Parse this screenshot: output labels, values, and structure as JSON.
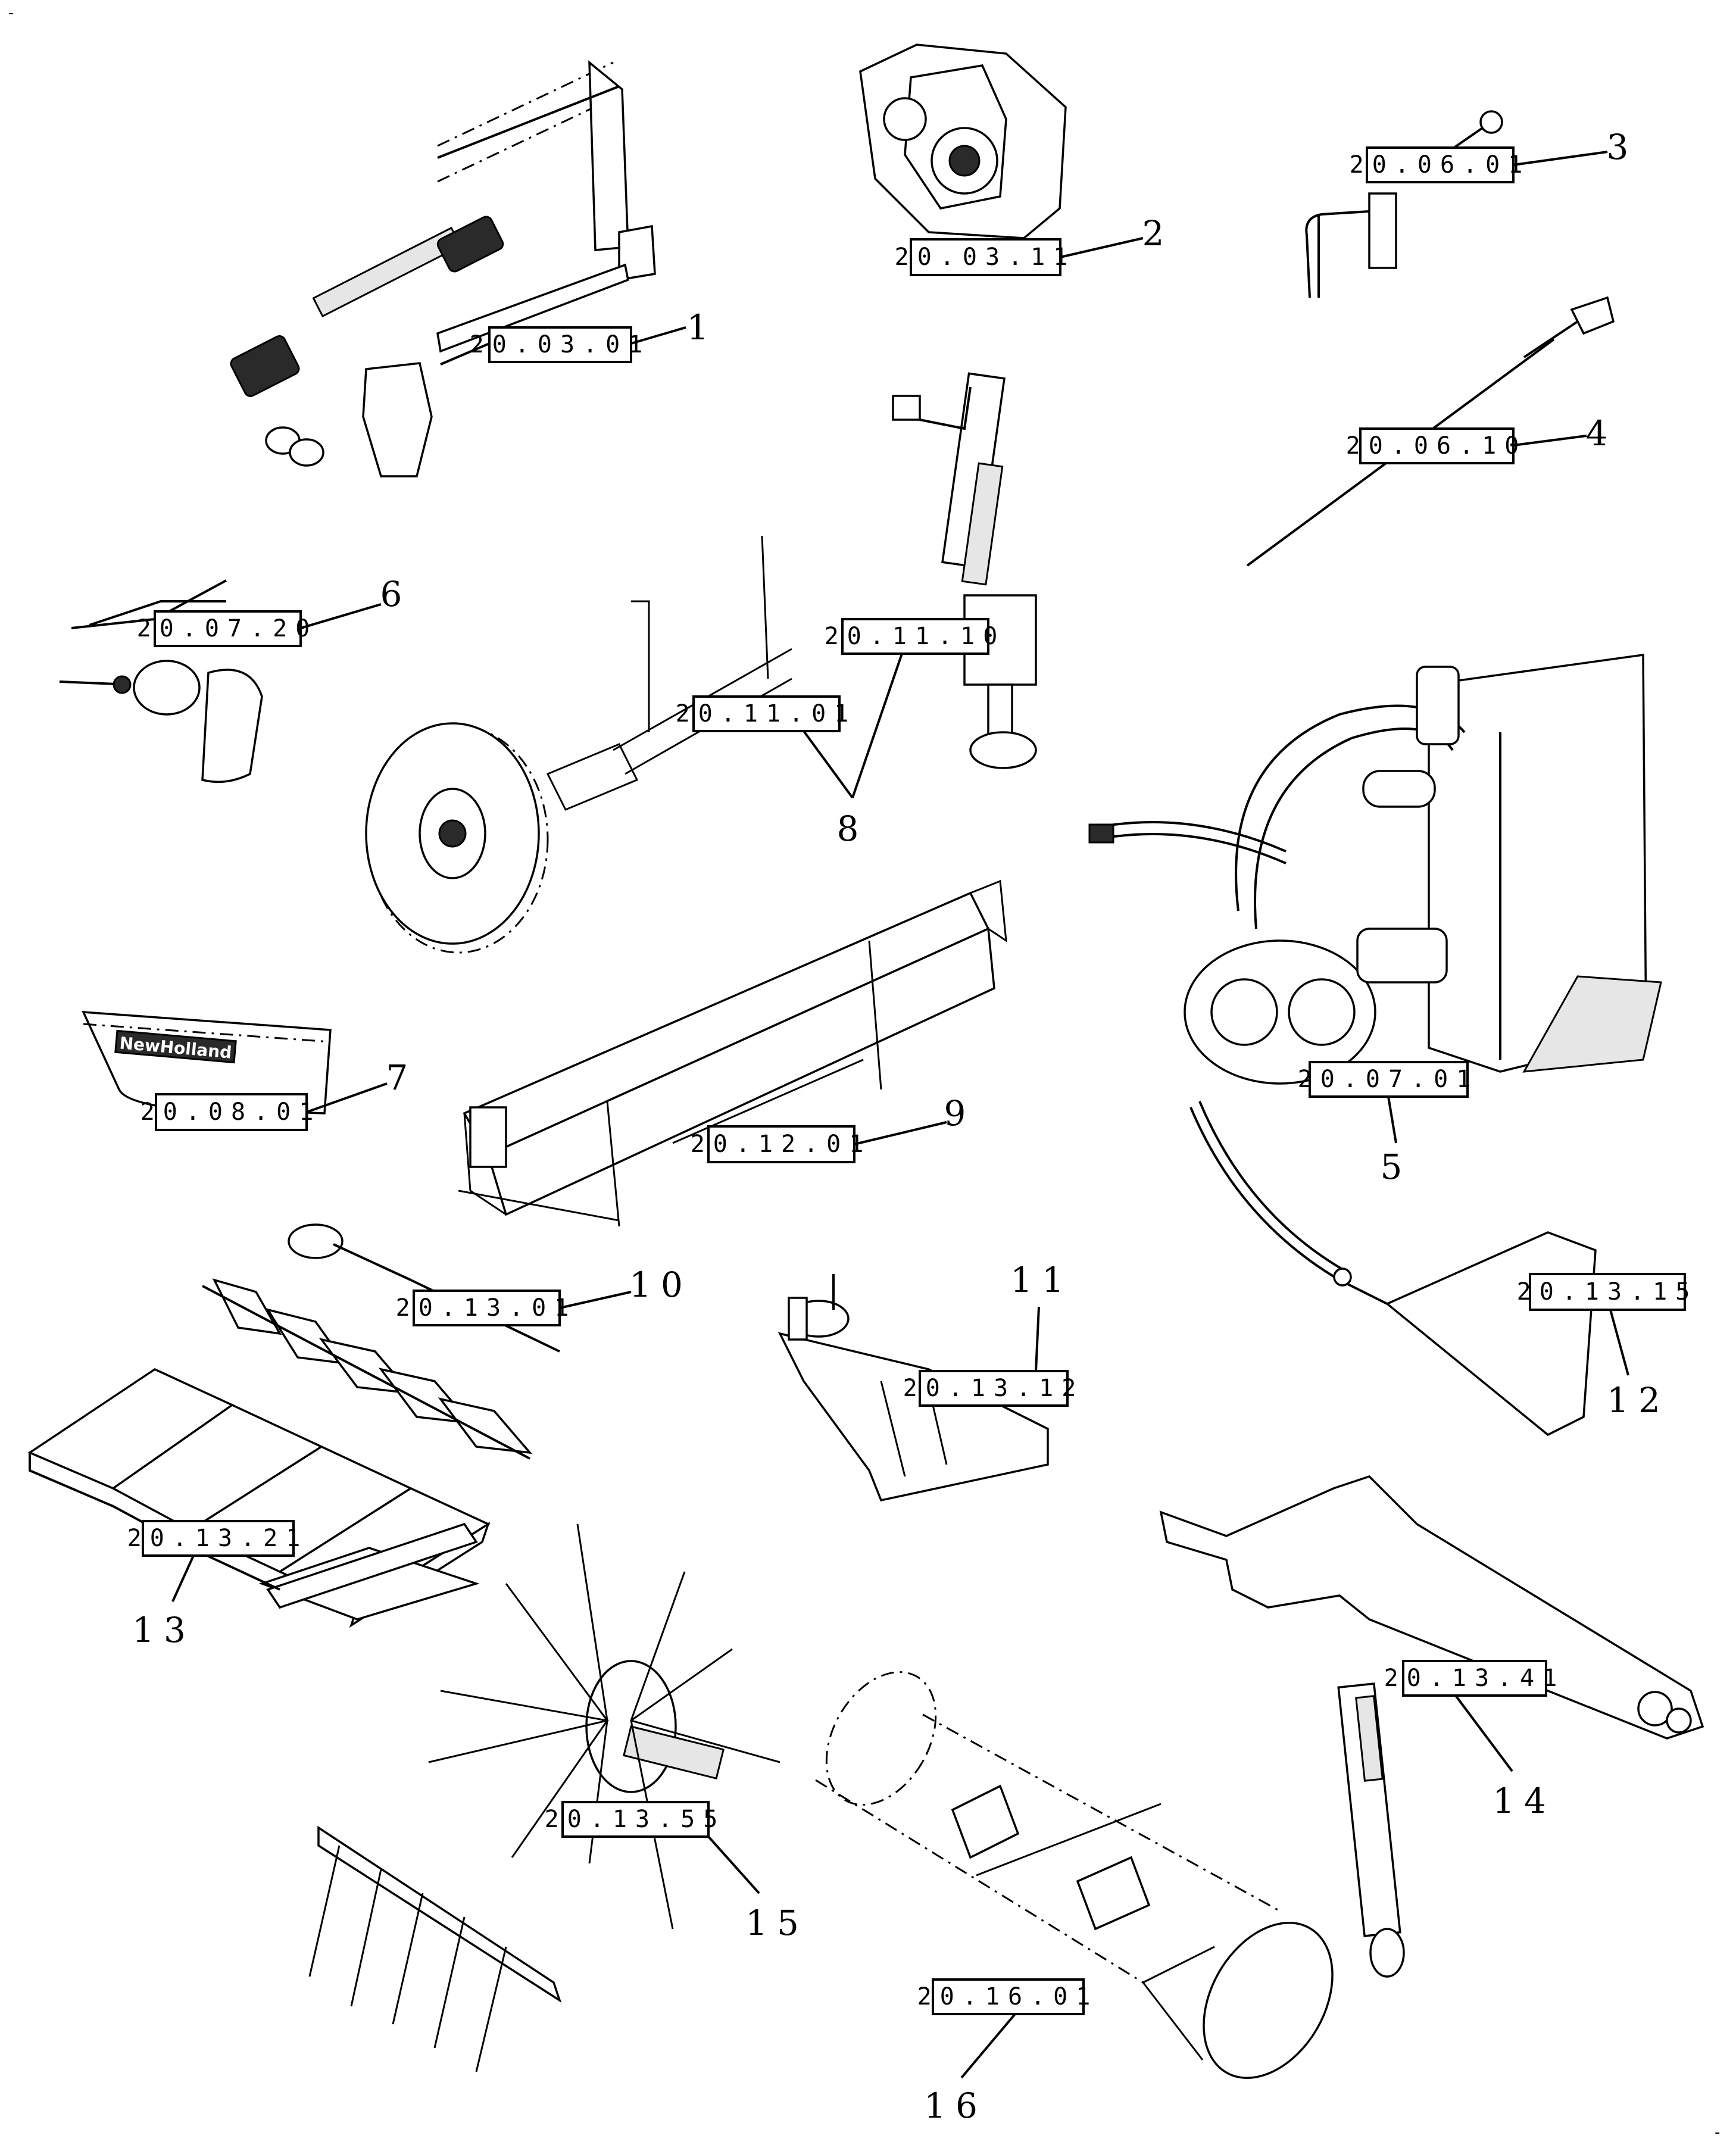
{
  "corner_marks": {
    "top_left": "-",
    "bottom_right": "-"
  },
  "callouts": [
    {
      "ref": "20.03.01",
      "item": "1"
    },
    {
      "ref": "20.03.11",
      "item": "2"
    },
    {
      "ref": "20.06.01",
      "item": "3"
    },
    {
      "ref": "20.06.10",
      "item": "4"
    },
    {
      "ref": "20.07.01",
      "item": "5"
    },
    {
      "ref": "20.07.20",
      "item": "6"
    },
    {
      "ref": "20.08.01",
      "item": "7"
    },
    {
      "ref": "20.11.01",
      "item": "8"
    },
    {
      "ref": "20.11.10",
      "item": "8"
    },
    {
      "ref": "20.12.01",
      "item": "9"
    },
    {
      "ref": "20.13.01",
      "item": "10"
    },
    {
      "ref": "20.13.12",
      "item": "11"
    },
    {
      "ref": "20.13.15",
      "item": "12"
    },
    {
      "ref": "20.13.21",
      "item": "13"
    },
    {
      "ref": "20.13.41",
      "item": "14"
    },
    {
      "ref": "20.13.55",
      "item": "15"
    },
    {
      "ref": "20.16.01",
      "item": "16"
    }
  ],
  "logo_text": "NewHolland"
}
